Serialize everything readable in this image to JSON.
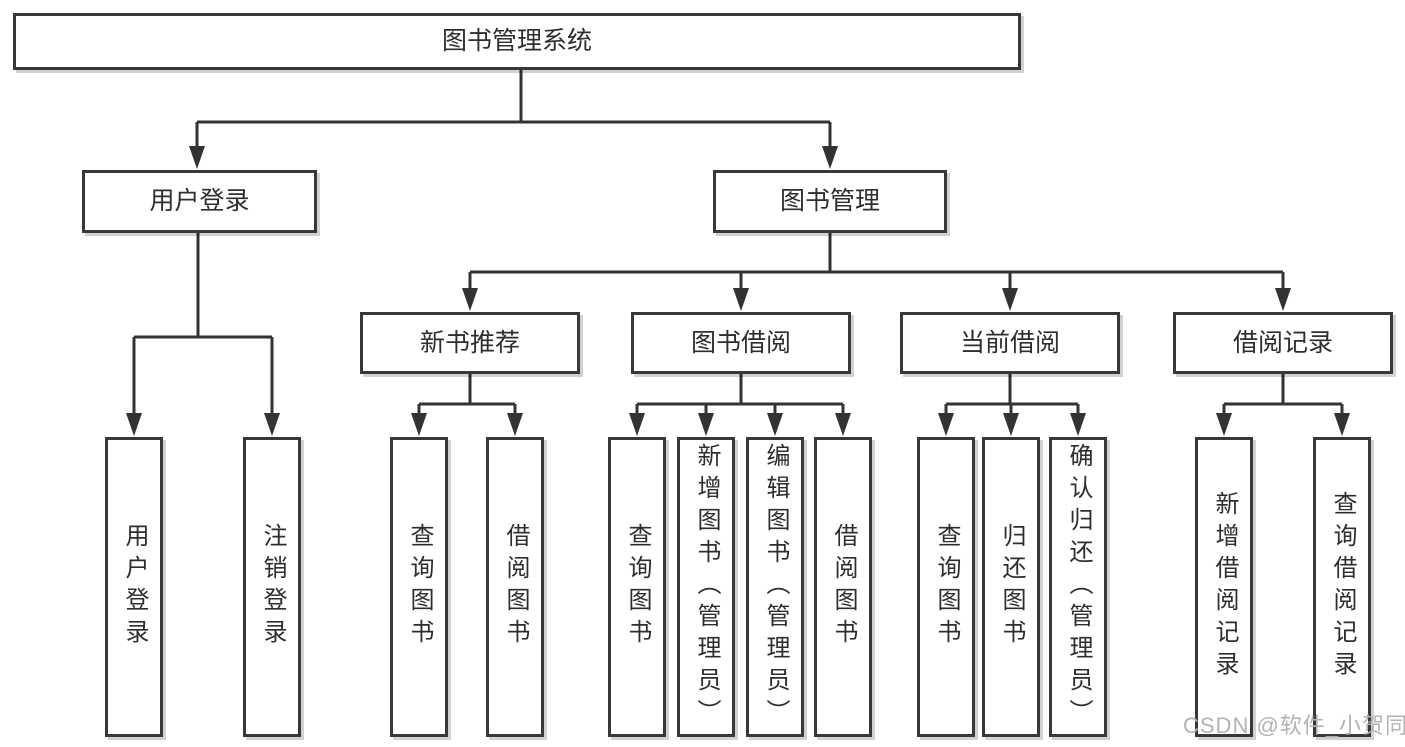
{
  "diagram_type": "hierarchy-tree",
  "tree": {
    "label": "图书管理系统",
    "children": [
      {
        "label": "用户登录",
        "children": [
          {
            "label": "用户登录"
          },
          {
            "label": "注销登录"
          }
        ]
      },
      {
        "label": "图书管理",
        "children": [
          {
            "label": "新书推荐",
            "children": [
              {
                "label": "查询图书"
              },
              {
                "label": "借阅图书"
              }
            ]
          },
          {
            "label": "图书借阅",
            "children": [
              {
                "label": "查询图书"
              },
              {
                "label": "新增图书（管理员）"
              },
              {
                "label": "编辑图书（管理员）"
              },
              {
                "label": "借阅图书"
              }
            ]
          },
          {
            "label": "当前借阅",
            "children": [
              {
                "label": "查询图书"
              },
              {
                "label": "归还图书"
              },
              {
                "label": "确认归还（管理员）"
              }
            ]
          },
          {
            "label": "借阅记录",
            "children": [
              {
                "label": "新增借阅记录"
              },
              {
                "label": "查询借阅记录"
              }
            ]
          }
        ]
      }
    ]
  },
  "watermark": {
    "text": "CSDN @软件_小贺同学",
    "color": "#b3b3b3"
  },
  "colors": {
    "background": "#ffffff",
    "box_fill": "#ffffff",
    "box_border": "#383838",
    "connector_line": "#333333",
    "text": "#2e2e2e"
  }
}
